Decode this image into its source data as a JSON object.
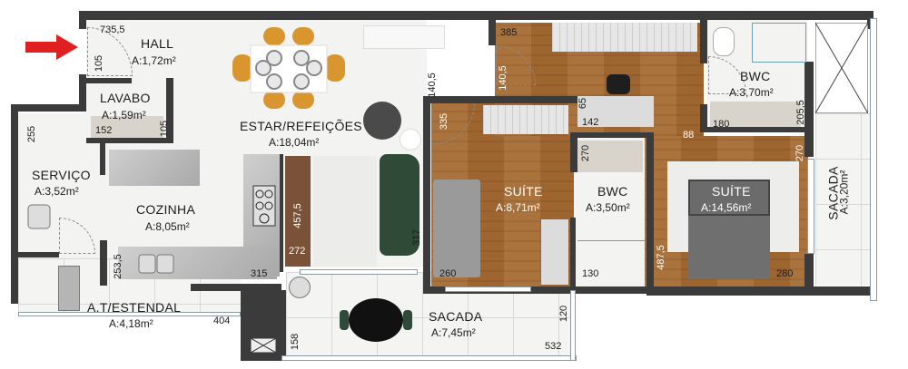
{
  "plan": {
    "entrance_marker": "red-arrow",
    "colors": {
      "wall": "#3b3b3b",
      "wood_floor": "#a66a32",
      "tile_floor": "#f4f4f2",
      "entrance_arrow": "#e02020",
      "sofa": "#2f4a36",
      "chair": "#d9952e"
    },
    "rooms": {
      "hall": {
        "name": "HALL",
        "area": "A:1,72m²"
      },
      "lavabo": {
        "name": "LAVABO",
        "area": "A:1,59m²"
      },
      "estar": {
        "name": "ESTAR/REFEIÇÕES",
        "area": "A:18,04m²"
      },
      "servico": {
        "name": "SERVIÇO",
        "area": "A:3,52m²"
      },
      "cozinha": {
        "name": "COZINHA",
        "area": "A:8,05m²"
      },
      "estendal": {
        "name": "A.T/ESTENDAL",
        "area": "A:4,18m²"
      },
      "sacada_main": {
        "name": "SACADA",
        "area": "A:7,45m²"
      },
      "suite1": {
        "name": "SUÍTE",
        "area": "A:8,71m²"
      },
      "bwc1": {
        "name": "BWC",
        "area": "A:3,50m²"
      },
      "suite2": {
        "name": "SUÍTE",
        "area": "A:14,56m²"
      },
      "bwc2": {
        "name": "BWC",
        "area": "A:3,70m²"
      },
      "sacada_side": {
        "name": "SACADA",
        "area": "A:3,20m²"
      }
    },
    "dimensions": {
      "d735": "735,5",
      "d105a": "105",
      "d105b": "105",
      "d152": "152",
      "d255": "255",
      "d253": "253,5",
      "d315": "315",
      "d404": "404",
      "d158": "158",
      "d457": "457,5",
      "d272": "272",
      "d317": "317",
      "d140a": "140,5",
      "d140b": "140,5",
      "d335": "335",
      "d385": "385",
      "d65": "65",
      "d142": "142",
      "d88": "88",
      "d270a": "270",
      "d270b": "270",
      "d180": "180",
      "d205": "205,5",
      "d260": "260",
      "d130": "130",
      "d487": "487,5",
      "d280": "280",
      "d120": "120",
      "d532": "532"
    }
  }
}
